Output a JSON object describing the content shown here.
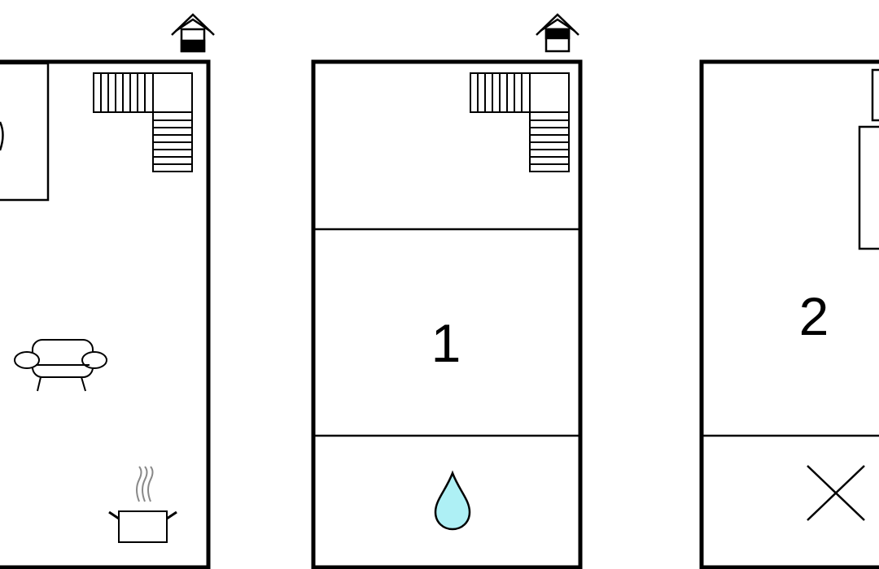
{
  "floors": [
    {
      "id": "ground",
      "level_icon": "house-level-ground-icon",
      "rooms": [
        {
          "label": "",
          "icons": [
            "fireplace-icon",
            "staircase-icon",
            "sofa-icon",
            "cooking-pot-icon"
          ]
        }
      ]
    },
    {
      "id": "first",
      "level_icon": "house-level-first-icon",
      "rooms": [
        {
          "label": "",
          "icons": [
            "staircase-icon"
          ]
        },
        {
          "label": "1",
          "icons": []
        },
        {
          "label": "",
          "icons": [
            "water-drop-icon"
          ]
        }
      ]
    },
    {
      "id": "second",
      "level_icon": "",
      "rooms": [
        {
          "label": "2",
          "icons": [
            "bed-icon"
          ]
        },
        {
          "label": "",
          "icons": [
            "cross-icon"
          ]
        }
      ]
    }
  ],
  "colors": {
    "wall": "#000000",
    "water": "#aef0f5"
  }
}
